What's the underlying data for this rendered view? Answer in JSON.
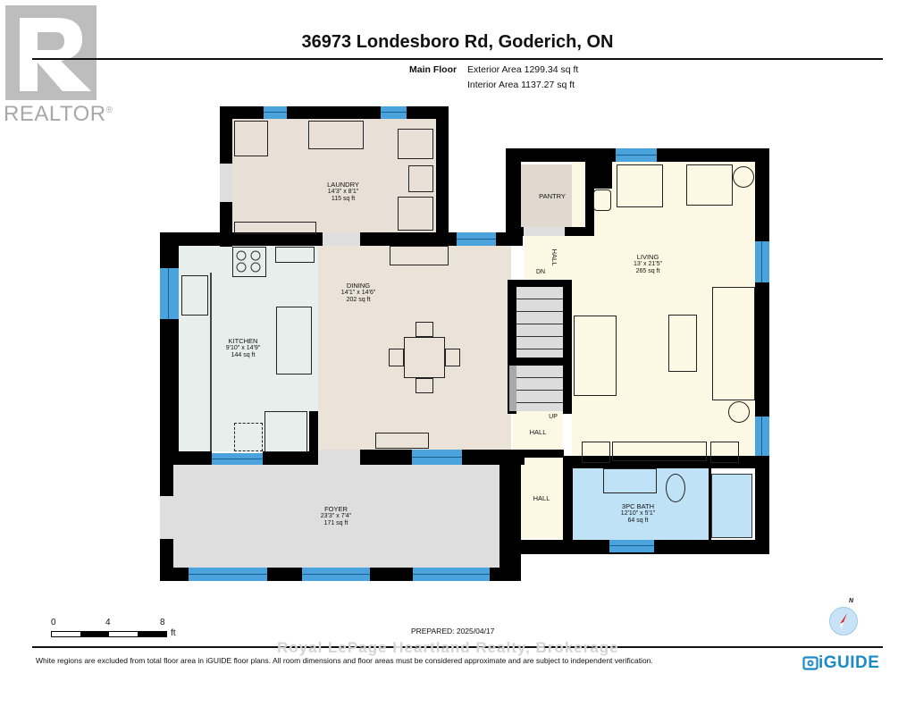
{
  "brand": {
    "realtor_logo_letter": "R",
    "realtor_word": "REALTOR",
    "registered_mark": "®"
  },
  "header": {
    "title": "36973 Londesboro Rd, Goderich, ON"
  },
  "floor_summary": {
    "floor_name": "Main Floor",
    "exterior_area": "Exterior Area 1299.34 sq ft",
    "interior_area": "Interior Area 1137.27 sq ft"
  },
  "rooms": [
    {
      "name": "LAUNDRY",
      "dims": "14'3\" x 8'1\"",
      "area": "115 sq ft",
      "color": "#e8e0d6"
    },
    {
      "name": "KITCHEN",
      "dims": "9'10\" x 14'9\"",
      "area": "144 sq ft",
      "color": "#e6efec"
    },
    {
      "name": "DINING",
      "dims": "14'1\" x 14'6\"",
      "area": "202 sq ft",
      "color": "#ebe2d8"
    },
    {
      "name": "PANTRY",
      "dims": "",
      "area": "",
      "color": "#e1d8cf"
    },
    {
      "name": "LIVING",
      "dims": "13' x 21'5\"",
      "area": "265 sq ft",
      "color": "#fdf8e4"
    },
    {
      "name": "FOYER",
      "dims": "23'3\" x 7'4\"",
      "area": "171 sq ft",
      "color": "#dedede"
    },
    {
      "name": "3PC BATH",
      "dims": "12'10\" x 5'1\"",
      "area": "64 sq ft",
      "color": "#bfe2f6"
    },
    {
      "name": "HALL",
      "dims": "",
      "area": "",
      "color": "#fdf8e4"
    },
    {
      "name": "HALL",
      "dims": "",
      "area": "",
      "color": "#fdf8e4"
    },
    {
      "name": "HALL",
      "dims": "",
      "area": "",
      "color": "#fdf8e4"
    }
  ],
  "stair_labels": {
    "down": "DN",
    "up": "UP"
  },
  "scale_bar": {
    "ticks": [
      "0",
      "4",
      "8"
    ],
    "unit": "ft"
  },
  "prepared": "PREPARED: 2025/04/17",
  "compass": {
    "north_label": "N"
  },
  "watermark": "Royal LePage Heartland Realty, Brokerage",
  "footer": {
    "disclaimer": "White regions are excluded from total floor area in iGUIDE floor plans. All room dimensions and floor areas must be considered approximate and are subject to independent verification.",
    "brand": "iGUIDE"
  },
  "colors": {
    "wall": "#000000",
    "window": "#4aa3dc",
    "iguide_blue": "#1a8bc7",
    "realtor_gray": "#bdbdbd"
  }
}
